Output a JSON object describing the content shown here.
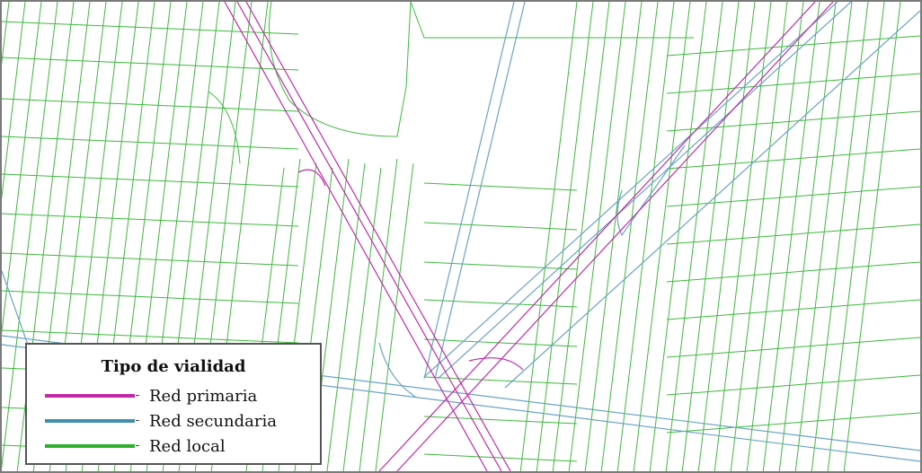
{
  "legend": {
    "title": "Tipo de vialidad",
    "items": [
      {
        "label": "Red primaria",
        "color": "#c02aa8"
      },
      {
        "label": "Red secundaria",
        "color": "#3f8fa8"
      },
      {
        "label": "Red local",
        "color": "#2bb12b"
      }
    ]
  },
  "colors": {
    "primary": "#c02aa8",
    "secondary": "#6aa2c4",
    "local": "#3cb83c",
    "frame": "#7a7a7a"
  }
}
